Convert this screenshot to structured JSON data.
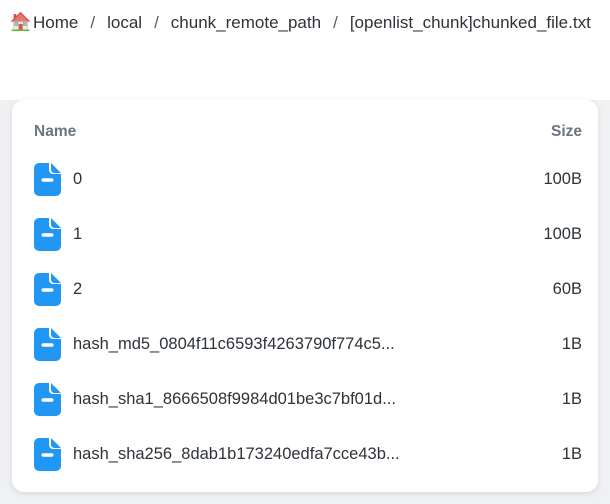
{
  "breadcrumb": {
    "separator": "/",
    "items": [
      {
        "label": "Home",
        "icon": "home-icon"
      },
      {
        "label": "local"
      },
      {
        "label": "chunk_remote_path"
      },
      {
        "label": "[openlist_chunk]chunked_file.txt"
      }
    ]
  },
  "file_list": {
    "columns": {
      "name": "Name",
      "size": "Size"
    },
    "rows": [
      {
        "name": "0",
        "size": "100B"
      },
      {
        "name": "1",
        "size": "100B"
      },
      {
        "name": "2",
        "size": "60B"
      },
      {
        "name": "hash_md5_0804f11c6593f4263790f774c5...",
        "size": "1B"
      },
      {
        "name": "hash_sha1_8666508f9984d01be3c7bf01d...",
        "size": "1B"
      },
      {
        "name": "hash_sha256_8dab1b173240edfa7cce43b...",
        "size": "1B"
      }
    ],
    "icon": "file-generic-icon"
  },
  "colors": {
    "file_icon_blue": "#2196f3",
    "column_header_text": "#6b7582",
    "row_text": "#2d3338",
    "page_background": "#f0f1f3",
    "card_background": "#ffffff"
  }
}
